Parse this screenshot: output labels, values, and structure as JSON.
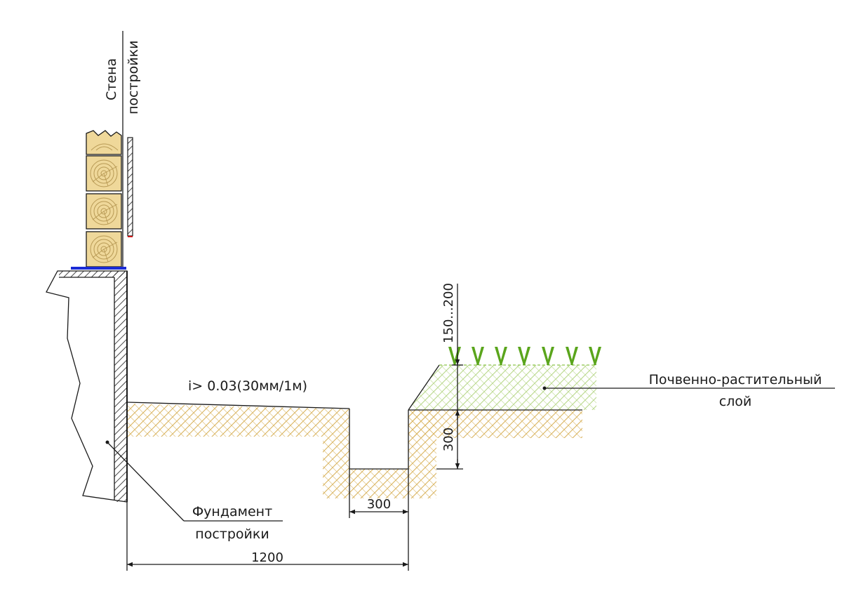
{
  "labels": {
    "wall_line1": "Стена",
    "wall_line2": "постройки",
    "slope": "i> 0.03(30мм/1м)",
    "foundation_line1": "Фундамент",
    "foundation_line2": "постройки",
    "soil_line1": "Почвенно-растительный",
    "soil_line2": "слой"
  },
  "dimensions": {
    "total_width": "1200",
    "trench_width": "300",
    "trench_depth": "300",
    "soil_thickness": "150...200"
  },
  "colors": {
    "line": "#1a1a1a",
    "earth_hatch": "#d9b35e",
    "soil_hatch": "#b8d78a",
    "grass": "#5aa51c",
    "log_fill": "#efd89a",
    "log_ring": "#b89a55",
    "waterproofing": "#1a2bd6",
    "seal_red": "#d11a1a"
  },
  "icons": {
    "grass": "grass-tuft-icon",
    "log": "log-section-icon"
  }
}
